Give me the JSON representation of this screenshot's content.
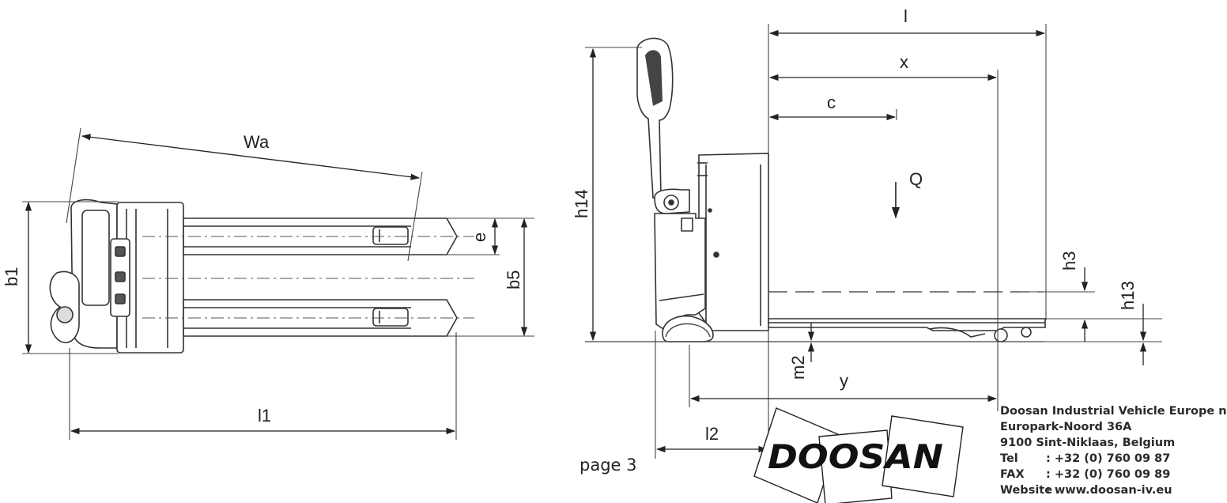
{
  "dimensions": {
    "Wa": "Wa",
    "b1": "b1",
    "b5": "b5",
    "e": "e",
    "l1": "l1",
    "h14": "h14",
    "l": "l",
    "x": "x",
    "c": "c",
    "Q": "Q",
    "h3": "h3",
    "h13": "h13",
    "m2": "m2",
    "y": "y",
    "l2": "l2"
  },
  "page_label": "page 3",
  "logo": {
    "text": "DOOSAN"
  },
  "company": {
    "name": "Doosan Industrial Vehicle Europe nv",
    "street": "Europark-Noord 36A",
    "city": "9100 Sint-Niklaas, Belgium",
    "tel_label": "Tel",
    "tel": ": +32 (0) 760 09 87",
    "fax_label": "FAX",
    "fax": ": +32 (0) 760 09 89",
    "web_label": "Website",
    "web": ": www.doosan-iv.eu"
  }
}
